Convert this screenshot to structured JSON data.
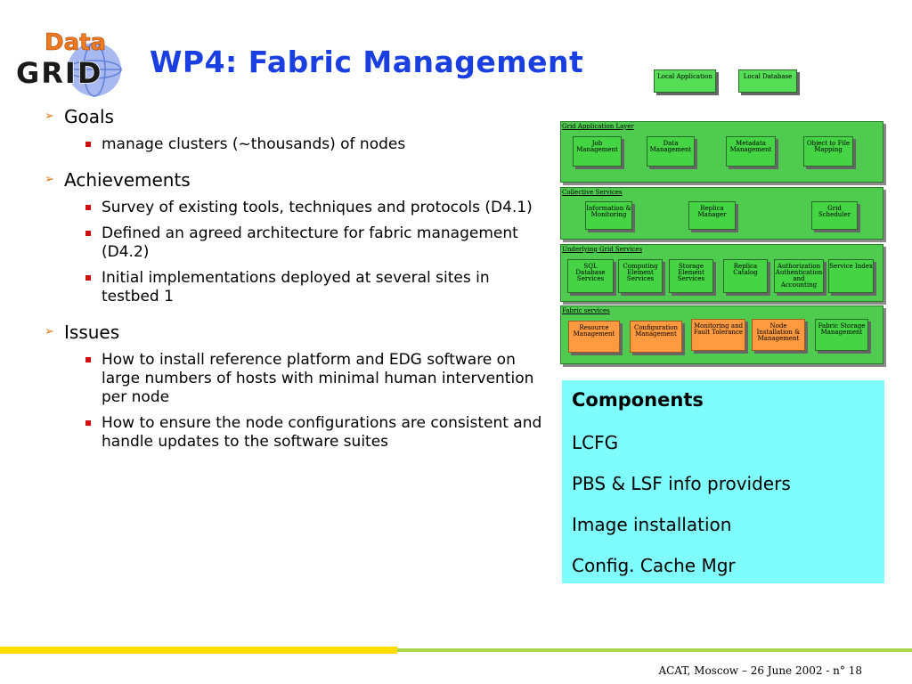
{
  "logo": {
    "top_text": "Data",
    "bottom_text": "GRID"
  },
  "title": "WP4: Fabric Management",
  "bullets": {
    "goals": {
      "label": "Goals",
      "items": [
        "manage clusters (~thousands) of nodes"
      ]
    },
    "achievements": {
      "label": "Achievements",
      "items": [
        "Survey of existing tools, techniques and protocols (D4.1)",
        "Defined an agreed architecture for fabric management (D4.2)",
        "Initial implementations deployed at several sites in testbed 1"
      ]
    },
    "issues": {
      "label": "Issues",
      "items": [
        "How to install reference platform and EDG software on large numbers of hosts with minimal human intervention per node",
        "How to ensure the node configurations are consistent and handle updates to the software suites"
      ]
    }
  },
  "diagram": {
    "top": [
      "Local Application",
      "Local Database"
    ],
    "layers": [
      {
        "label": "Grid Application Layer",
        "services": [
          "Job Management",
          "Data Management",
          "Metadata Management",
          "Object to File Mapping"
        ]
      },
      {
        "label": "Collective Services",
        "services": [
          "Information & Monitoring",
          "Replica Manager",
          "Grid Scheduler"
        ]
      },
      {
        "label": "Underlying Grid Services",
        "services": [
          "SQL Database Services",
          "Computing Element Services",
          "Storage Element Services",
          "Replica Catalog",
          "Authorization Authentication and Accounting",
          "Service Index"
        ]
      },
      {
        "label": "Fabric services",
        "services": [
          "Resource Management",
          "Configuration Management",
          "Monitoring and Fault Tolerance",
          "Node Installation & Management",
          "Fabric Storage Management"
        ]
      }
    ],
    "colors": {
      "layer": "#4fcc4f",
      "service": "#44d444",
      "fabric": "#ff9a40"
    }
  },
  "components": {
    "heading": "Components",
    "items": [
      "LCFG",
      "PBS & LSF info providers",
      "Image installation",
      "Config. Cache Mgr"
    ],
    "background": "#7ffcfc"
  },
  "footer": "ACAT, Moscow – 26 June 2002 - n° 18"
}
